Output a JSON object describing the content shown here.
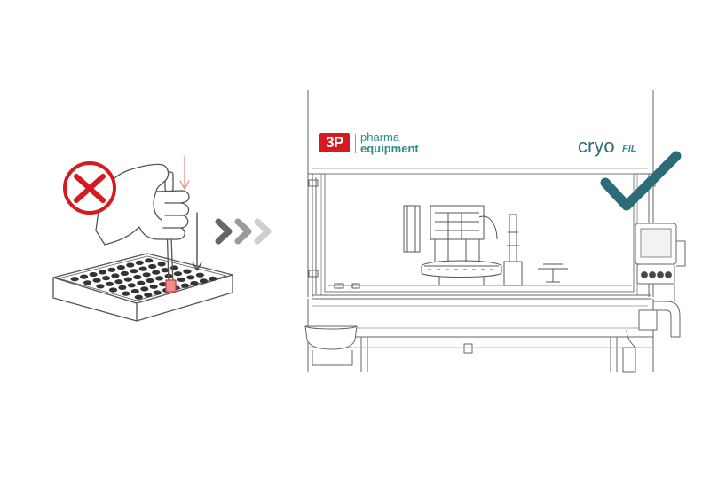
{
  "logos": {
    "brand_badge": "3P",
    "brand_line1": "pharma",
    "brand_line2": "equipment",
    "product_name": "cryo",
    "product_suffix": "FIL"
  },
  "colors": {
    "wrong_mark": "#d71920",
    "check_mark": "#2b6c78",
    "brand_teal": "#2f8b8b",
    "outline": "#555555",
    "arrow_dark": "#666666",
    "arrow_mid": "#9a9a9a",
    "arrow_light": "#cfcfcf"
  },
  "icons": {
    "wrong": "cross-in-circle-icon",
    "right": "check-mark-icon",
    "flow": "triple-chevron-right-icon"
  }
}
